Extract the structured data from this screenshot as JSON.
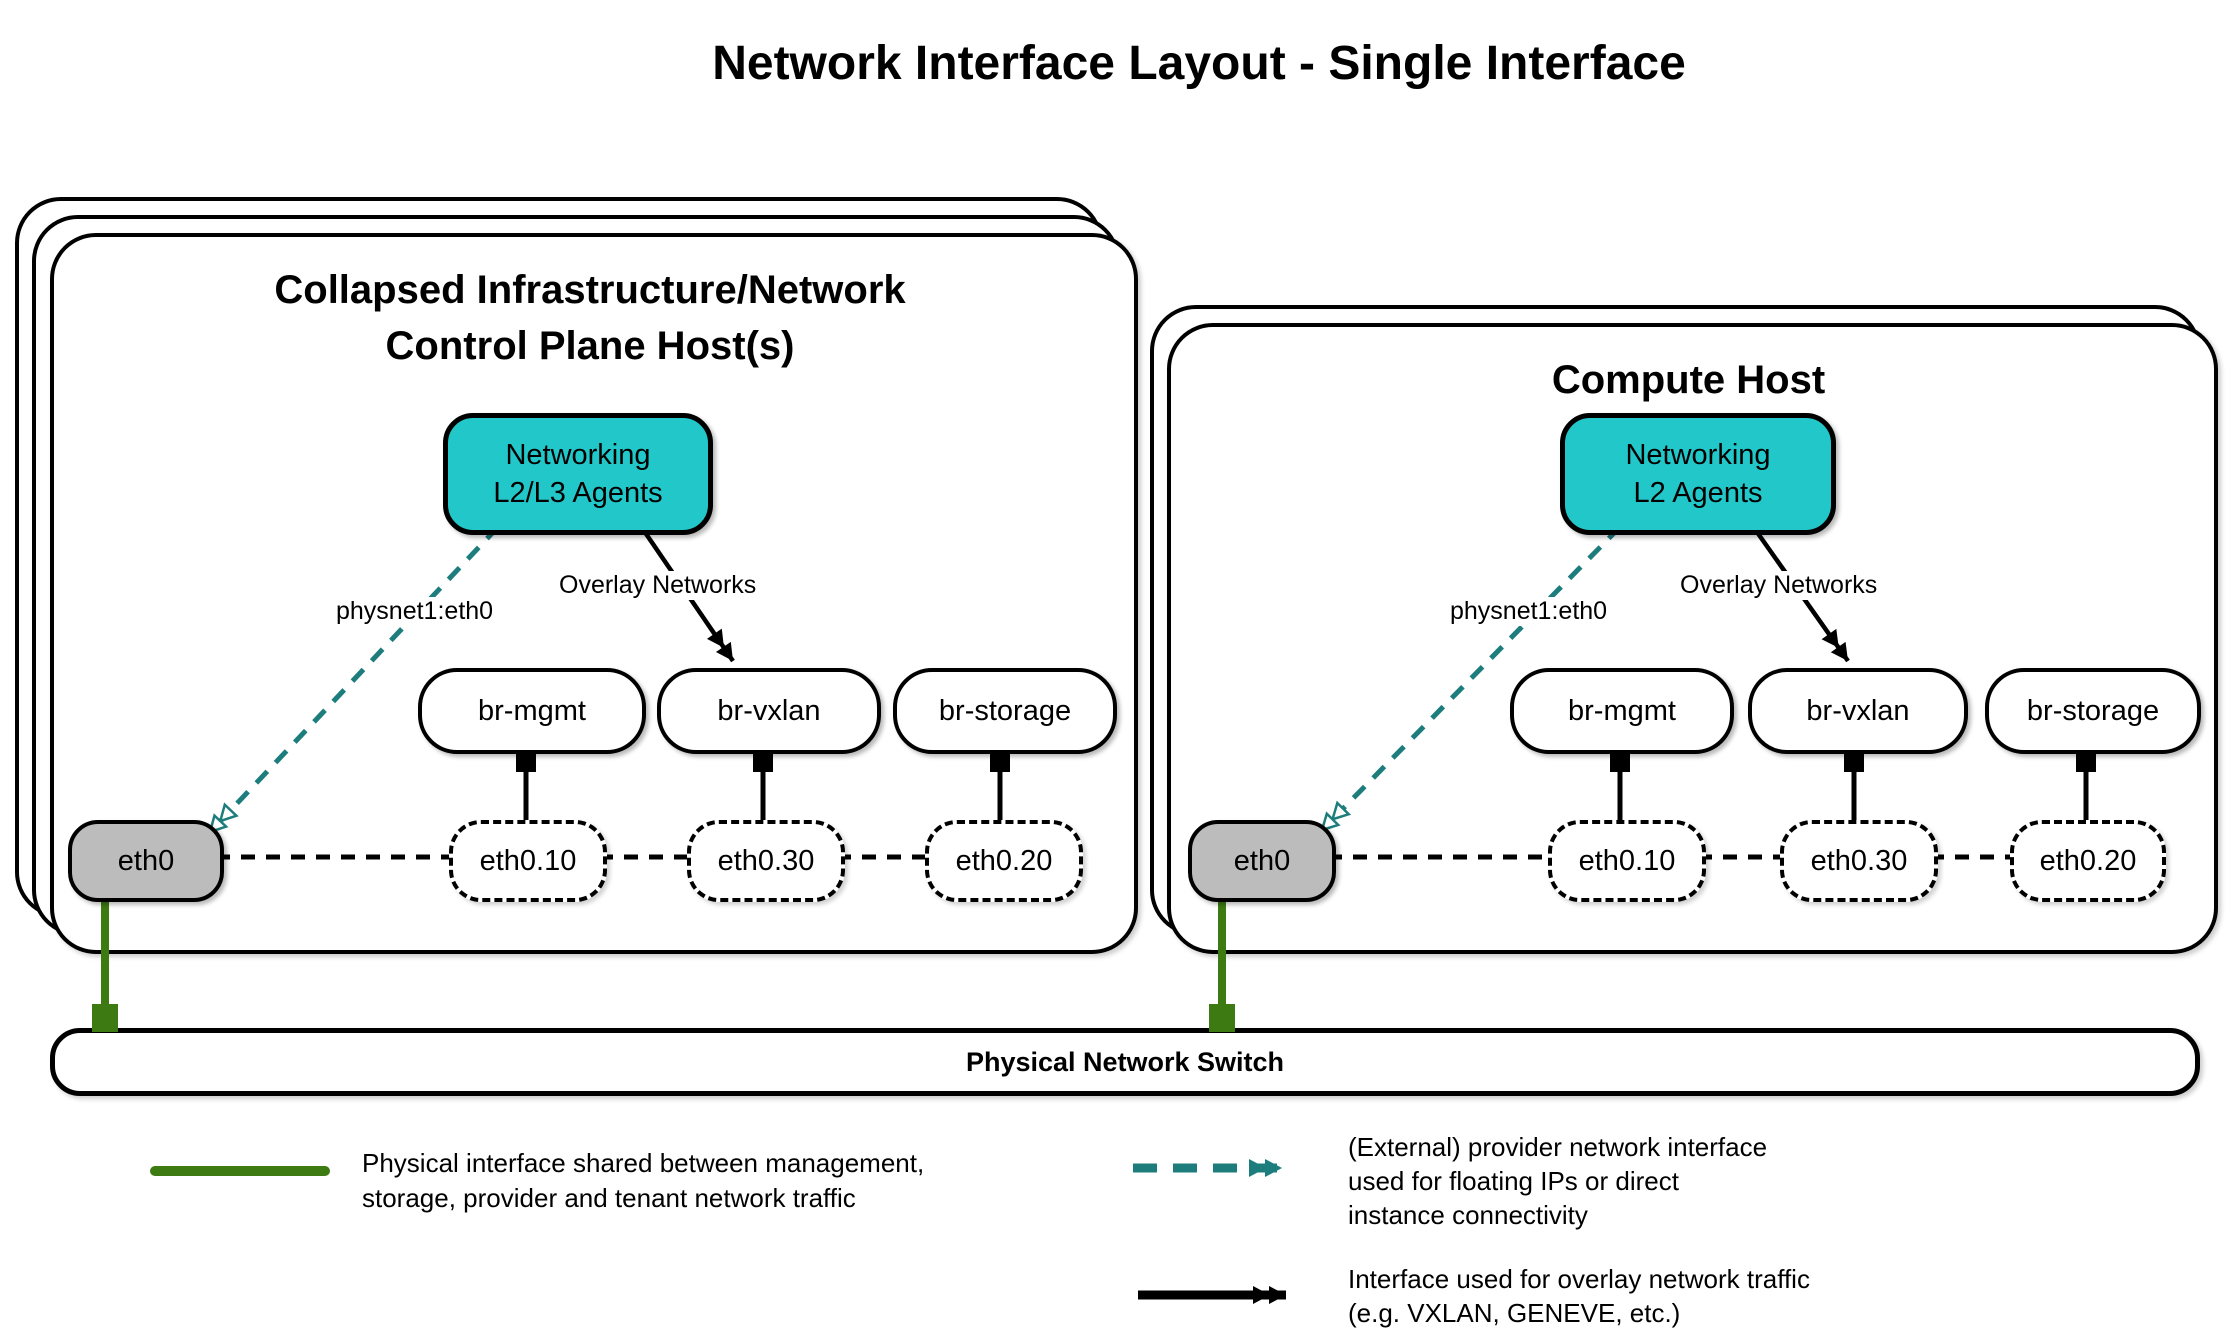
{
  "title": "Network Interface Layout - Single Interface",
  "hosts": {
    "control": {
      "title_line1": "Collapsed Infrastructure/Network",
      "title_line2": "Control Plane Host(s)",
      "agent_line1": "Networking",
      "agent_line2": "L2/L3 Agents",
      "provider_label": "physnet1:eth0",
      "overlay_label": "Overlay Networks",
      "bridges": [
        "br-mgmt",
        "br-vxlan",
        "br-storage"
      ],
      "interface": "eth0",
      "vlans": [
        "eth0.10",
        "eth0.30",
        "eth0.20"
      ]
    },
    "compute": {
      "title": "Compute Host",
      "agent_line1": "Networking",
      "agent_line2": "L2 Agents",
      "provider_label": "physnet1:eth0",
      "overlay_label": "Overlay Networks",
      "bridges": [
        "br-mgmt",
        "br-vxlan",
        "br-storage"
      ],
      "interface": "eth0",
      "vlans": [
        "eth0.10",
        "eth0.30",
        "eth0.20"
      ]
    }
  },
  "switch": {
    "label": "Physical Network Switch"
  },
  "legend": {
    "physical": {
      "line1": "Physical interface shared between management,",
      "line2": "storage, provider and tenant network traffic"
    },
    "provider": {
      "line1": "(External) provider network interface",
      "line2": "used for floating IPs or direct",
      "line3": "instance connectivity"
    },
    "overlay": {
      "line1": "Interface used for overlay network traffic",
      "line2": "(e.g. VXLAN, GENEVE, etc.)"
    }
  },
  "colors": {
    "agent_fill": "#22c7c9",
    "interface_fill": "#bcbcbc",
    "provider_arrow": "#1d7d7d",
    "overlay_arrow": "#000000",
    "physical_line": "#3e7a12",
    "box_border": "#000000"
  }
}
